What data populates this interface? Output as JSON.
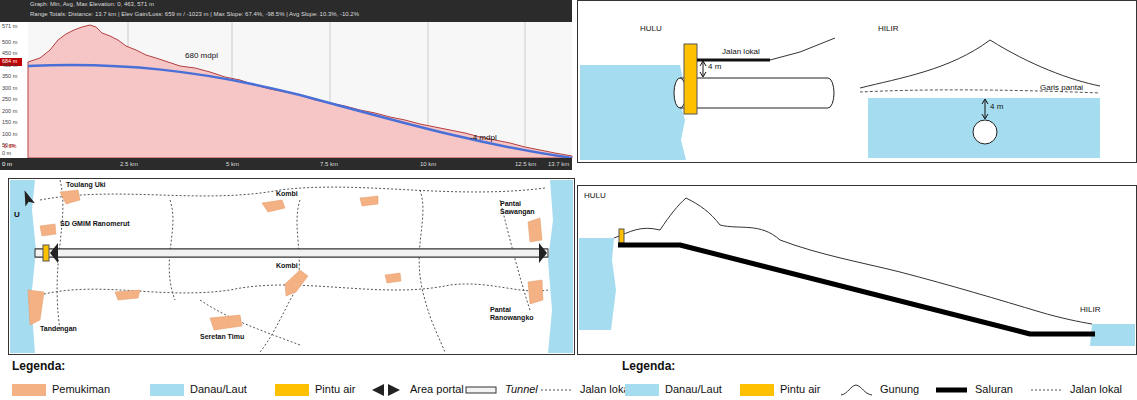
{
  "diagram": {
    "labels": [
      "Graph: Min, Avg, Max Elevation: 0, 463, 571 m",
      "Range Totals: Distance: 13.7 km | Elev Gain/Loss: 659 m / -1023 m | Max Slope: 67.4%, -98.5% | Avg Slope: 10.3%, -10.2%",
      "571 m",
      "500 m",
      "450 m",
      "400 m",
      "350 m",
      "300 m",
      "250 m",
      "200 m",
      "150 m",
      "100 m",
      "50 m",
      "0 m",
      "684 m",
      "-0.6%",
      "0 m",
      "2.5 km",
      "5 km",
      "7.5 km",
      "10 km",
      "12.5 km",
      "13.7 km",
      "680 mdpl",
      "-4 mdpl",
      "HULU",
      "Jalan lokal",
      "4 m",
      "HILIR",
      "Garis pantai",
      "4 m",
      "U",
      "Toulang Uki",
      "SD GMIM Ranomerut",
      "Tandengan",
      "Kombi",
      "Kombi",
      "Seretan Timu",
      "Pantai Sawangan",
      "Pantai Ranowangko",
      "HULU",
      "HILIR",
      "Legenda:",
      "Legenda:"
    ],
    "legend": [
      {
        "text": "Pemukiman",
        "color": "#f4b183"
      },
      {
        "text": "Danau/Laut",
        "color": "#a6dcef"
      },
      {
        "text": "Pintu air",
        "color": "#ffc000"
      },
      {
        "text": "Area portal"
      },
      {
        "text": "Tunnel"
      },
      {
        "text": "Jalan lokal"
      },
      {
        "text": "Danau/Laut",
        "color": "#a6dcef"
      },
      {
        "text": "Pintu air",
        "color": "#ffc000"
      },
      {
        "text": "Gunung"
      },
      {
        "text": "Saluran"
      },
      {
        "text": "Jalan lokal"
      }
    ]
  }
}
